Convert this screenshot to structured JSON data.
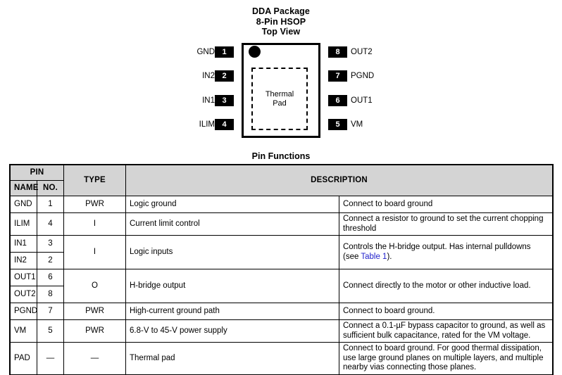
{
  "package": {
    "title_lines": [
      "DDA Package",
      "8-Pin HSOP",
      "Top View"
    ],
    "thermal_pad_label": "Thermal\nPad",
    "thermal_pad_line1": "Thermal",
    "thermal_pad_line2": "Pad",
    "left_pins": [
      {
        "label": "GND",
        "number": "1"
      },
      {
        "label": "IN2",
        "number": "2"
      },
      {
        "label": "IN1",
        "number": "3"
      },
      {
        "label": "ILIM",
        "number": "4"
      }
    ],
    "right_pins": [
      {
        "label": "OUT2",
        "number": "8"
      },
      {
        "label": "PGND",
        "number": "7"
      },
      {
        "label": "OUT1",
        "number": "6"
      },
      {
        "label": "VM",
        "number": "5"
      }
    ]
  },
  "table": {
    "title": "Pin Functions",
    "headers": {
      "pin": "PIN",
      "name": "NAME",
      "no": "NO.",
      "type": "TYPE",
      "description": "DESCRIPTION"
    },
    "rows": [
      {
        "name": "GND",
        "no": "1",
        "type": "PWR",
        "function": "Logic ground",
        "description": "Connect to board ground"
      },
      {
        "name": "ILIM",
        "no": "4",
        "type": "I",
        "function": "Current limit control",
        "description": "Connect a resistor to ground to set the current chopping threshold"
      },
      {
        "name": "IN1",
        "no": "3",
        "type": "I",
        "function": "Logic inputs",
        "description_pre": "Controls the H-bridge output. Has internal pulldowns (see ",
        "description_link": "Table 1",
        "description_post": ")."
      },
      {
        "name": "IN2",
        "no": "2"
      },
      {
        "name": "OUT1",
        "no": "6",
        "type": "O",
        "function": "H-bridge output",
        "description": "Connect directly to the motor or other inductive load."
      },
      {
        "name": "OUT2",
        "no": "8"
      },
      {
        "name": "PGND",
        "no": "7",
        "type": "PWR",
        "function": "High-current ground path",
        "description": "Connect to board ground."
      },
      {
        "name": "VM",
        "no": "5",
        "type": "PWR",
        "function": "6.8-V to 45-V power supply",
        "description": "Connect a 0.1-µF bypass capacitor to ground, as well as sufficient bulk capacitance, rated for the VM voltage."
      },
      {
        "name": "PAD",
        "no": "—",
        "type": "—",
        "function": "Thermal pad",
        "description": "Connect to board ground. For good thermal dissipation, use large ground planes on multiple layers, and multiple nearby vias connecting those planes."
      }
    ]
  },
  "colors": {
    "header_fill": "#d4d4d4",
    "border": "#000000",
    "link": "#2222cc",
    "pin_box_fill": "#000000",
    "pin_box_text": "#ffffff"
  }
}
